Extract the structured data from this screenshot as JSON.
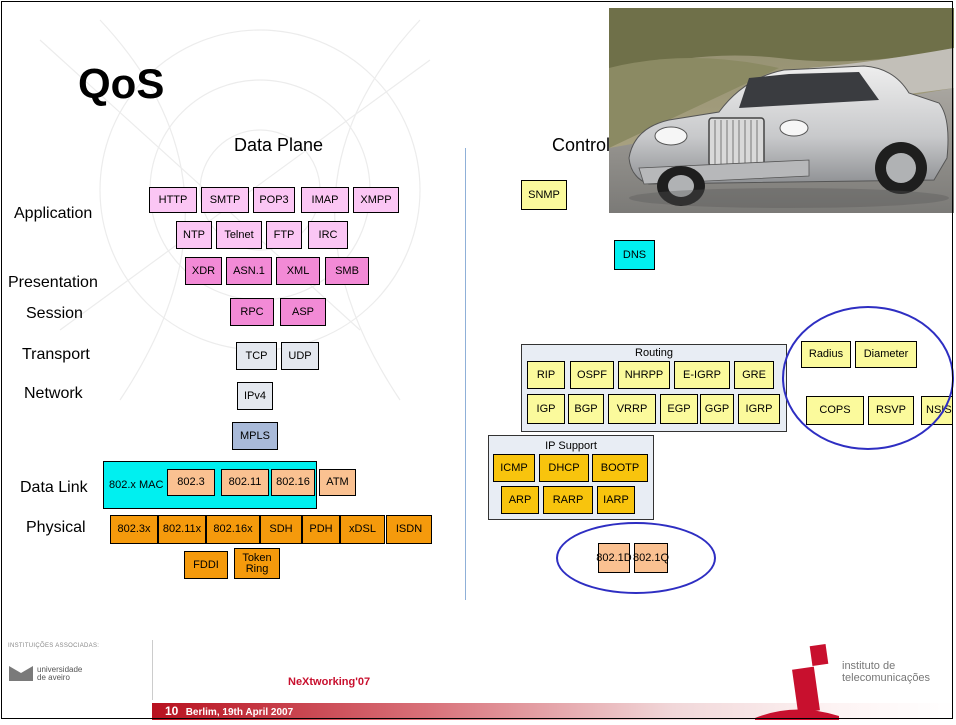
{
  "slide": {
    "title": "QoS",
    "data_plane_label": "Data Plane",
    "control_plane_label": "Control Plane"
  },
  "layers": [
    "Application",
    "Presentation",
    "Session",
    "Transport",
    "Network",
    "Data Link",
    "Physical"
  ],
  "data_plane": {
    "application_row1": [
      "HTTP",
      "SMTP",
      "POP3",
      "IMAP",
      "XMPP"
    ],
    "application_row2": [
      "NTP",
      "Telnet",
      "FTP",
      "IRC"
    ],
    "presentation": [
      "XDR",
      "ASN.1",
      "XML",
      "SMB"
    ],
    "session": [
      "RPC",
      "ASP"
    ],
    "transport": [
      "TCP",
      "UDP"
    ],
    "network": [
      "IPv4"
    ],
    "mpls": "MPLS",
    "datalink_mac": "802.x MAC",
    "datalink": [
      "802.3",
      "802.11",
      "802.16",
      "ATM"
    ],
    "physical_row1": [
      "802.3x",
      "802.11x",
      "802.16x",
      "SDH",
      "PDH",
      "xDSL",
      "ISDN"
    ],
    "physical_row2": [
      "FDDI",
      "Token Ring"
    ]
  },
  "control_plane": {
    "snmp": "SNMP",
    "dns": "DNS",
    "routing_title": "Routing",
    "routing_row1": [
      "RIP",
      "OSPF",
      "NHRPP",
      "E-IGRP",
      "GRE"
    ],
    "routing_row2": [
      "IGP",
      "BGP",
      "VRRP",
      "EGP",
      "GGP",
      "IGRP"
    ],
    "ip_support_title": "IP Support",
    "ip_support_row1": [
      "ICMP",
      "DHCP",
      "BOOTP"
    ],
    "ip_support_row2": [
      "ARP",
      "RARP",
      "IARP"
    ],
    "aaa_row1": [
      "Radius",
      "Diameter"
    ],
    "aaa_row2": [
      "COPS",
      "RSVP",
      "NSIS"
    ],
    "bridging": [
      "802.1D",
      "802.1Q"
    ]
  },
  "footer": {
    "page_number": "10",
    "date_line": "Berlim, 19th April 2007",
    "event": "NeXtworking'07",
    "associated_label": "INSTITUIÇÕES ASSOCIADAS:",
    "univ_name_1": "universidade",
    "univ_name_2": "de aveiro",
    "it_name_1": "instituto de",
    "it_name_2": "telecomunicações"
  },
  "colors": {
    "accent_red": "#c8102e",
    "ring_blue": "#2e2ec2",
    "event_red": "#c8102e"
  },
  "icons": {
    "car_photo": "car-photo",
    "univ_logo": "universidade-aveiro-logo",
    "it_logo": "it-logo"
  }
}
